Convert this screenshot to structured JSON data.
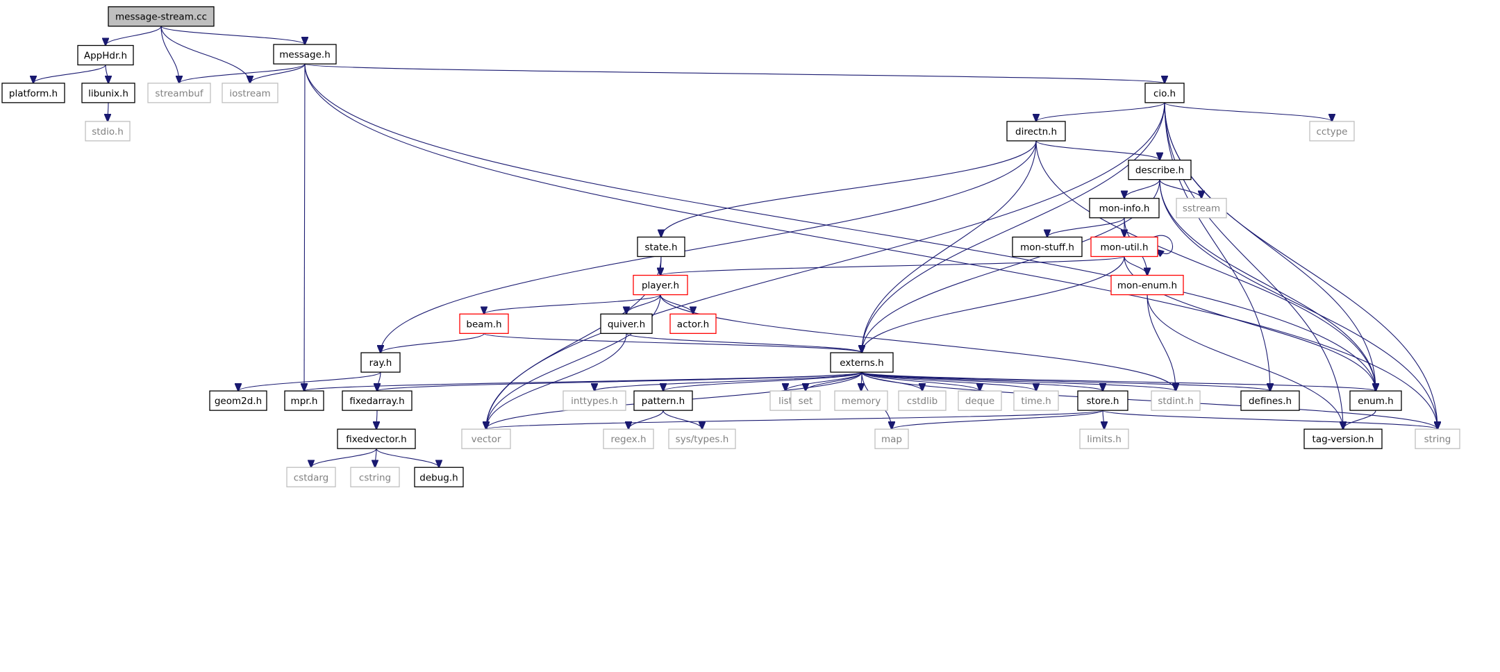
{
  "title": "message-stream.cc",
  "colors": {
    "edge": "#191970",
    "root_fill": "#bfbfbf",
    "header_border": "#000000",
    "truncated_border": "#ff0000",
    "system_border": "#bfbfbf",
    "system_text": "#808080"
  },
  "nodes": [
    {
      "id": "message-stream.cc",
      "kind": "root"
    },
    {
      "id": "AppHdr.h",
      "kind": "header"
    },
    {
      "id": "message.h",
      "kind": "header"
    },
    {
      "id": "platform.h",
      "kind": "header"
    },
    {
      "id": "libunix.h",
      "kind": "header"
    },
    {
      "id": "streambuf",
      "kind": "system"
    },
    {
      "id": "iostream",
      "kind": "system"
    },
    {
      "id": "stdio.h",
      "kind": "system"
    },
    {
      "id": "cio.h",
      "kind": "header"
    },
    {
      "id": "cctype",
      "kind": "system"
    },
    {
      "id": "directn.h",
      "kind": "header"
    },
    {
      "id": "describe.h",
      "kind": "header"
    },
    {
      "id": "sstream",
      "kind": "system"
    },
    {
      "id": "mon-info.h",
      "kind": "header"
    },
    {
      "id": "mon-stuff.h",
      "kind": "header"
    },
    {
      "id": "mon-util.h",
      "kind": "truncated"
    },
    {
      "id": "mon-enum.h",
      "kind": "truncated"
    },
    {
      "id": "state.h",
      "kind": "header"
    },
    {
      "id": "player.h",
      "kind": "truncated"
    },
    {
      "id": "beam.h",
      "kind": "truncated"
    },
    {
      "id": "quiver.h",
      "kind": "header"
    },
    {
      "id": "actor.h",
      "kind": "truncated"
    },
    {
      "id": "ray.h",
      "kind": "header"
    },
    {
      "id": "externs.h",
      "kind": "header"
    },
    {
      "id": "geom2d.h",
      "kind": "header"
    },
    {
      "id": "mpr.h",
      "kind": "header"
    },
    {
      "id": "fixedarray.h",
      "kind": "header"
    },
    {
      "id": "inttypes.h",
      "kind": "system"
    },
    {
      "id": "pattern.h",
      "kind": "header"
    },
    {
      "id": "list",
      "kind": "system"
    },
    {
      "id": "set",
      "kind": "system"
    },
    {
      "id": "memory",
      "kind": "system"
    },
    {
      "id": "cstdlib",
      "kind": "system"
    },
    {
      "id": "deque",
      "kind": "system"
    },
    {
      "id": "time.h",
      "kind": "system"
    },
    {
      "id": "store.h",
      "kind": "header"
    },
    {
      "id": "stdint.h",
      "kind": "system"
    },
    {
      "id": "defines.h",
      "kind": "header"
    },
    {
      "id": "enum.h",
      "kind": "header"
    },
    {
      "id": "fixedvector.h",
      "kind": "header"
    },
    {
      "id": "vector",
      "kind": "system"
    },
    {
      "id": "regex.h",
      "kind": "system"
    },
    {
      "id": "sys/types.h",
      "kind": "system"
    },
    {
      "id": "map",
      "kind": "system"
    },
    {
      "id": "limits.h",
      "kind": "system"
    },
    {
      "id": "tag-version.h",
      "kind": "header"
    },
    {
      "id": "string",
      "kind": "system"
    },
    {
      "id": "cstdarg",
      "kind": "system"
    },
    {
      "id": "cstring",
      "kind": "system"
    },
    {
      "id": "debug.h",
      "kind": "header"
    }
  ],
  "edges": [
    [
      "message-stream.cc",
      "AppHdr.h"
    ],
    [
      "message-stream.cc",
      "message.h"
    ],
    [
      "message-stream.cc",
      "streambuf"
    ],
    [
      "message-stream.cc",
      "iostream"
    ],
    [
      "AppHdr.h",
      "platform.h"
    ],
    [
      "AppHdr.h",
      "libunix.h"
    ],
    [
      "libunix.h",
      "stdio.h"
    ],
    [
      "message.h",
      "streambuf"
    ],
    [
      "message.h",
      "iostream"
    ],
    [
      "message.h",
      "mpr.h"
    ],
    [
      "message.h",
      "cio.h"
    ],
    [
      "message.h",
      "enum.h"
    ],
    [
      "message.h",
      "string"
    ],
    [
      "cio.h",
      "cctype"
    ],
    [
      "cio.h",
      "directn.h"
    ],
    [
      "cio.h",
      "externs.h"
    ],
    [
      "cio.h",
      "vector"
    ],
    [
      "cio.h",
      "defines.h"
    ],
    [
      "cio.h",
      "enum.h"
    ],
    [
      "cio.h",
      "string"
    ],
    [
      "cio.h",
      "tag-version.h"
    ],
    [
      "directn.h",
      "describe.h"
    ],
    [
      "directn.h",
      "state.h"
    ],
    [
      "directn.h",
      "ray.h"
    ],
    [
      "directn.h",
      "externs.h"
    ],
    [
      "directn.h",
      "enum.h"
    ],
    [
      "describe.h",
      "mon-info.h"
    ],
    [
      "describe.h",
      "sstream"
    ],
    [
      "describe.h",
      "externs.h"
    ],
    [
      "describe.h",
      "enum.h"
    ],
    [
      "describe.h",
      "string"
    ],
    [
      "mon-info.h",
      "mon-stuff.h"
    ],
    [
      "mon-info.h",
      "mon-util.h"
    ],
    [
      "mon-info.h",
      "mon-enum.h"
    ],
    [
      "mon-util.h",
      "mon-util.h"
    ],
    [
      "mon-util.h",
      "mon-enum.h"
    ],
    [
      "mon-util.h",
      "player.h"
    ],
    [
      "mon-util.h",
      "externs.h"
    ],
    [
      "mon-util.h",
      "enum.h"
    ],
    [
      "mon-enum.h",
      "stdint.h"
    ],
    [
      "mon-enum.h",
      "tag-version.h"
    ],
    [
      "state.h",
      "player.h"
    ],
    [
      "state.h",
      "vector"
    ],
    [
      "player.h",
      "beam.h"
    ],
    [
      "player.h",
      "quiver.h"
    ],
    [
      "player.h",
      "actor.h"
    ],
    [
      "player.h",
      "vector"
    ],
    [
      "player.h",
      "stdint.h"
    ],
    [
      "beam.h",
      "ray.h"
    ],
    [
      "beam.h",
      "externs.h"
    ],
    [
      "quiver.h",
      "externs.h"
    ],
    [
      "quiver.h",
      "vector"
    ],
    [
      "ray.h",
      "geom2d.h"
    ],
    [
      "ray.h",
      "fixedarray.h"
    ],
    [
      "externs.h",
      "mpr.h"
    ],
    [
      "externs.h",
      "fixedarray.h"
    ],
    [
      "externs.h",
      "vector"
    ],
    [
      "externs.h",
      "inttypes.h"
    ],
    [
      "externs.h",
      "pattern.h"
    ],
    [
      "externs.h",
      "map"
    ],
    [
      "externs.h",
      "list"
    ],
    [
      "externs.h",
      "set"
    ],
    [
      "externs.h",
      "memory"
    ],
    [
      "externs.h",
      "cstdlib"
    ],
    [
      "externs.h",
      "deque"
    ],
    [
      "externs.h",
      "time.h"
    ],
    [
      "externs.h",
      "store.h"
    ],
    [
      "externs.h",
      "stdint.h"
    ],
    [
      "externs.h",
      "defines.h"
    ],
    [
      "externs.h",
      "enum.h"
    ],
    [
      "externs.h",
      "string"
    ],
    [
      "fixedarray.h",
      "fixedvector.h"
    ],
    [
      "fixedvector.h",
      "cstdarg"
    ],
    [
      "fixedvector.h",
      "cstring"
    ],
    [
      "fixedvector.h",
      "debug.h"
    ],
    [
      "pattern.h",
      "regex.h"
    ],
    [
      "pattern.h",
      "sys/types.h"
    ],
    [
      "store.h",
      "vector"
    ],
    [
      "store.h",
      "map"
    ],
    [
      "store.h",
      "limits.h"
    ],
    [
      "store.h",
      "string"
    ],
    [
      "enum.h",
      "tag-version.h"
    ]
  ]
}
